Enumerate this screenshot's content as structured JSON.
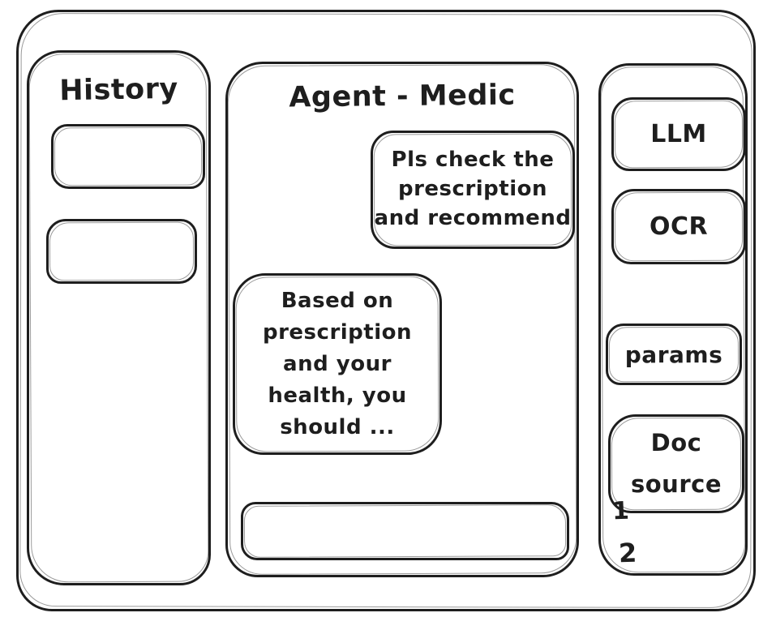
{
  "history_panel": {
    "title": "History",
    "items": [
      {
        "label": ""
      },
      {
        "label": ""
      }
    ]
  },
  "chat_panel": {
    "title": "Agent - Medic",
    "messages": [
      {
        "role": "user",
        "text": "Pls check the\nprescription\nand recommend"
      },
      {
        "role": "assistant",
        "text": "Based on\nprescription\nand your\nhealth, you\nshould ..."
      }
    ],
    "input": {
      "value": ""
    }
  },
  "tools_panel": {
    "buttons": [
      {
        "label": "LLM"
      },
      {
        "label": "OCR"
      },
      {
        "label": "params"
      },
      {
        "label": "Doc source"
      }
    ],
    "annotations": [
      "1",
      "2"
    ]
  },
  "colors": {
    "stroke": "#1e1e1e",
    "background": "#ffffff"
  }
}
